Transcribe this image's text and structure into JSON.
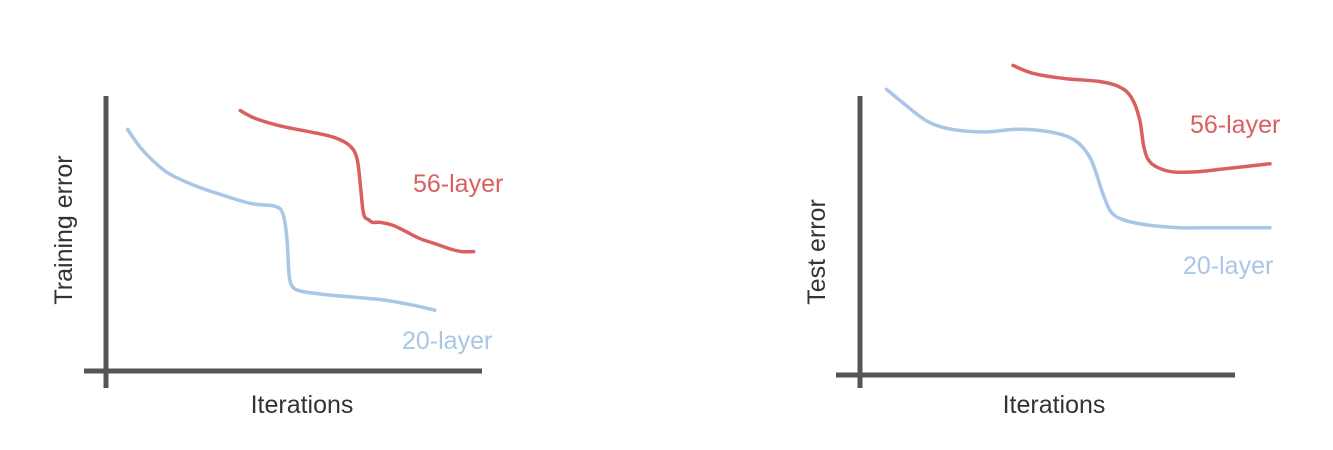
{
  "colors": {
    "series_56": "#d9605f",
    "series_20": "#a9c6e6",
    "axis": "#555555",
    "text": "#333333"
  },
  "chart_data": [
    {
      "type": "line",
      "title": "",
      "xlabel": "Iterations",
      "ylabel": "Training error",
      "xlim": [
        0,
        100
      ],
      "ylim": [
        0,
        100
      ],
      "grid": false,
      "series": [
        {
          "name": "56-layer",
          "color": "#d9605f",
          "x": [
            34,
            38,
            45,
            52,
            58,
            62,
            64,
            65,
            65.5,
            66,
            67,
            68,
            70,
            73,
            76,
            80,
            84,
            88,
            91,
            94
          ],
          "y": [
            96,
            93,
            90,
            88,
            86,
            83,
            78,
            66,
            59,
            56,
            55,
            54,
            54,
            53,
            51,
            48,
            46,
            44,
            43,
            43
          ]
        },
        {
          "name": "20-layer",
          "color": "#a9c6e6",
          "x": [
            5,
            9,
            15,
            22,
            30,
            37,
            43,
            45,
            46,
            46.5,
            47,
            48,
            50,
            55,
            62,
            70,
            78,
            84
          ],
          "y": [
            89,
            81,
            73,
            68,
            64,
            61,
            60,
            57,
            48,
            35,
            31,
            29,
            28,
            27,
            26,
            25,
            23,
            21
          ]
        }
      ]
    },
    {
      "type": "line",
      "title": "",
      "xlabel": "Iterations",
      "ylabel": "Test error",
      "xlim": [
        0,
        100
      ],
      "ylim": [
        0,
        100
      ],
      "grid": false,
      "series": [
        {
          "name": "56-layer",
          "color": "#d9605f",
          "x": [
            37,
            42,
            50,
            58,
            63,
            66,
            68,
            69,
            70,
            72,
            76,
            82,
            88,
            94,
            100
          ],
          "y": [
            113,
            110,
            108,
            107,
            105,
            101,
            93,
            83,
            78,
            75,
            73,
            73,
            74,
            75,
            76
          ]
        },
        {
          "name": "20-layer",
          "color": "#a9c6e6",
          "x": [
            6,
            10,
            16,
            22,
            30,
            38,
            46,
            52,
            56,
            59,
            61,
            64,
            70,
            78,
            88,
            100
          ],
          "y": [
            104,
            99,
            92,
            89,
            88,
            89,
            88,
            85,
            78,
            65,
            58,
            55,
            53,
            52,
            52,
            52
          ]
        }
      ]
    }
  ]
}
